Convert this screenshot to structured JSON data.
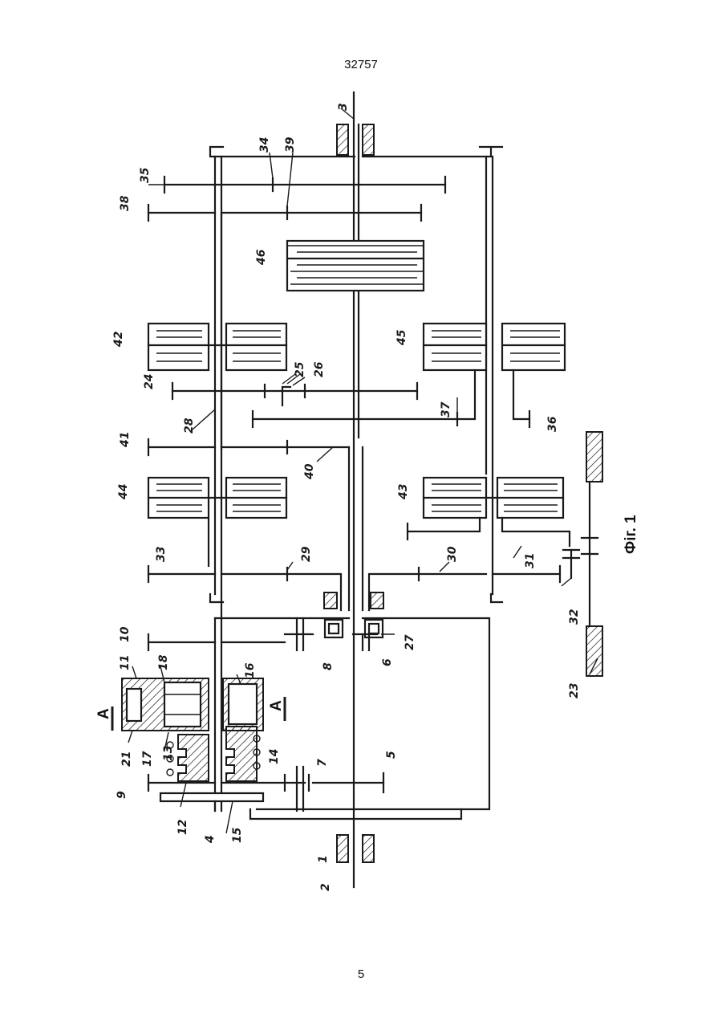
{
  "document": {
    "number": "32757",
    "page": "5",
    "figure_caption": "Фіг. 1",
    "section_marks": [
      "A",
      "A"
    ]
  },
  "labels": {
    "l1": "1",
    "l2": "2",
    "l3": "3",
    "l4": "4",
    "l5": "5",
    "l6": "6",
    "l7": "7",
    "l8": "8",
    "l9": "9",
    "l10": "10",
    "l11": "11",
    "l12": "12",
    "l13": "13",
    "l14": "14",
    "l15": "15",
    "l16": "16",
    "l17": "17",
    "l18": "18",
    "l21": "21",
    "l23": "23",
    "l24": "24",
    "l25": "25",
    "l26": "26",
    "l27": "27",
    "l28": "28",
    "l29": "29",
    "l30": "30",
    "l31": "31",
    "l32": "32",
    "l33": "33",
    "l34": "34",
    "l35": "35",
    "l36": "36",
    "l37": "37",
    "l38": "38",
    "l39": "39",
    "l40": "40",
    "l41": "41",
    "l42": "42",
    "l43": "43",
    "l44": "44",
    "l45": "45",
    "l46": "46"
  }
}
